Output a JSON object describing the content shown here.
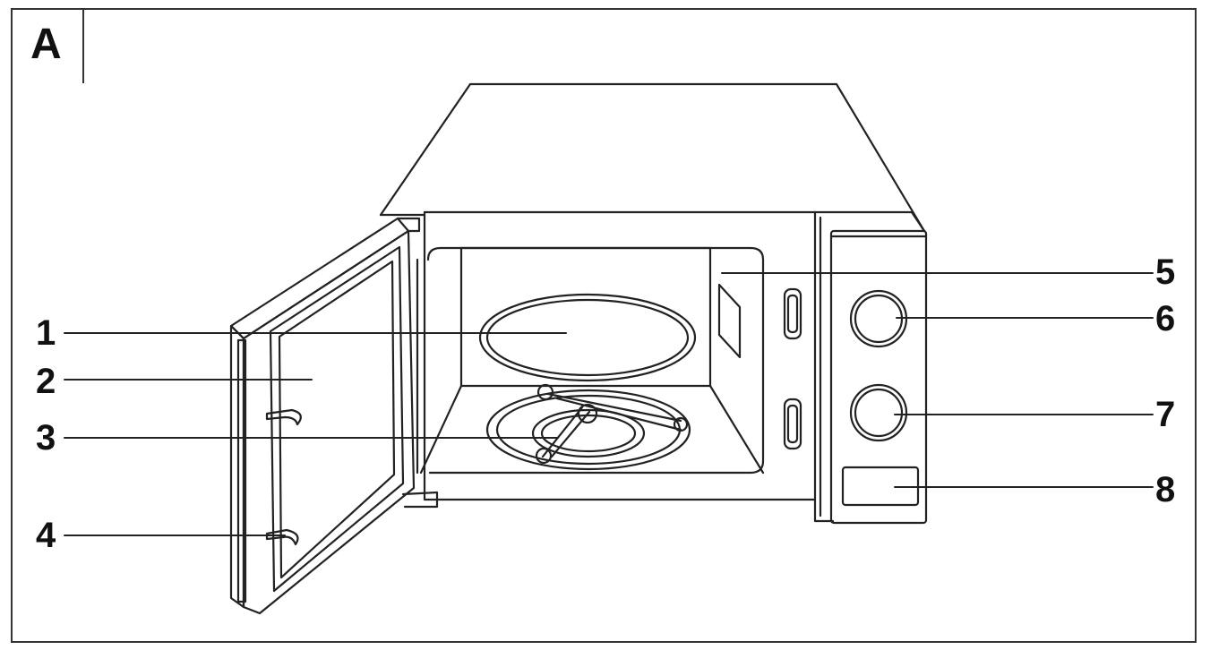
{
  "panel": {
    "label": "A"
  },
  "callouts": [
    {
      "number": "1"
    },
    {
      "number": "2"
    },
    {
      "number": "3"
    },
    {
      "number": "4"
    },
    {
      "number": "5"
    },
    {
      "number": "6"
    },
    {
      "number": "7"
    },
    {
      "number": "8"
    }
  ]
}
